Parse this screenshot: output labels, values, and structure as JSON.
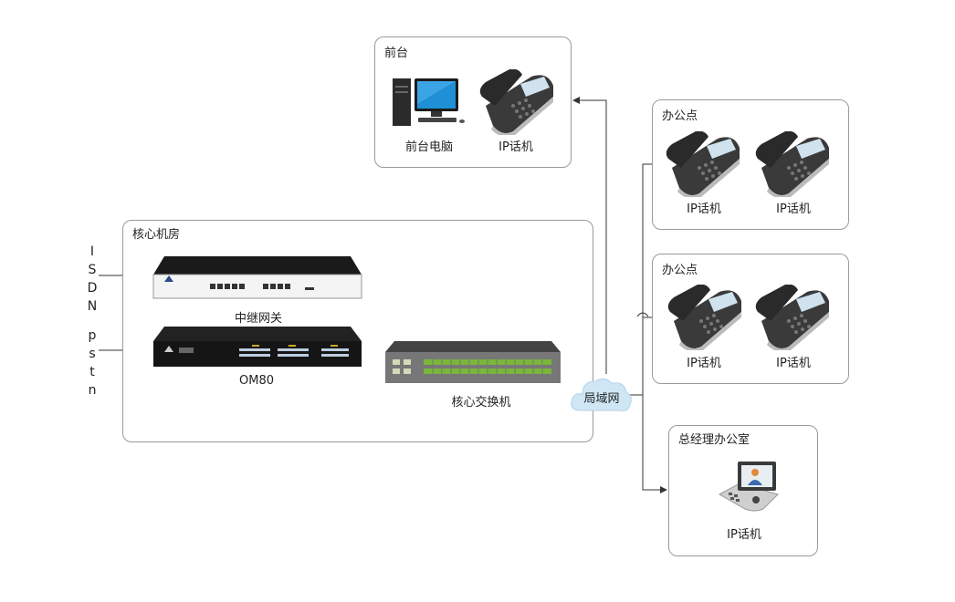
{
  "front_desk": {
    "title": "前台",
    "computer_label": "前台电脑",
    "phone_label": "IP话机"
  },
  "core_room": {
    "title": "核心机房",
    "trunk_gateway_label": "中继网关",
    "om80_label": "OM80",
    "core_switch_label": "核心交换机"
  },
  "lan": {
    "label": "局域网"
  },
  "office_1": {
    "title": "办公点",
    "phone_labels": [
      "IP话机",
      "IP话机"
    ]
  },
  "office_2": {
    "title": "办公点",
    "phone_labels": [
      "IP话机",
      "IP话机"
    ]
  },
  "gm_office": {
    "title": "总经理办公室",
    "phone_label": "IP话机"
  },
  "external_lines": {
    "isdn": [
      "I",
      "S",
      "D",
      "N"
    ],
    "pstn": [
      "p",
      "s",
      "t",
      "n"
    ]
  },
  "colors": {
    "border": "#9a9a9a",
    "wire": "#333333",
    "cloud": "#cfe6f5"
  }
}
